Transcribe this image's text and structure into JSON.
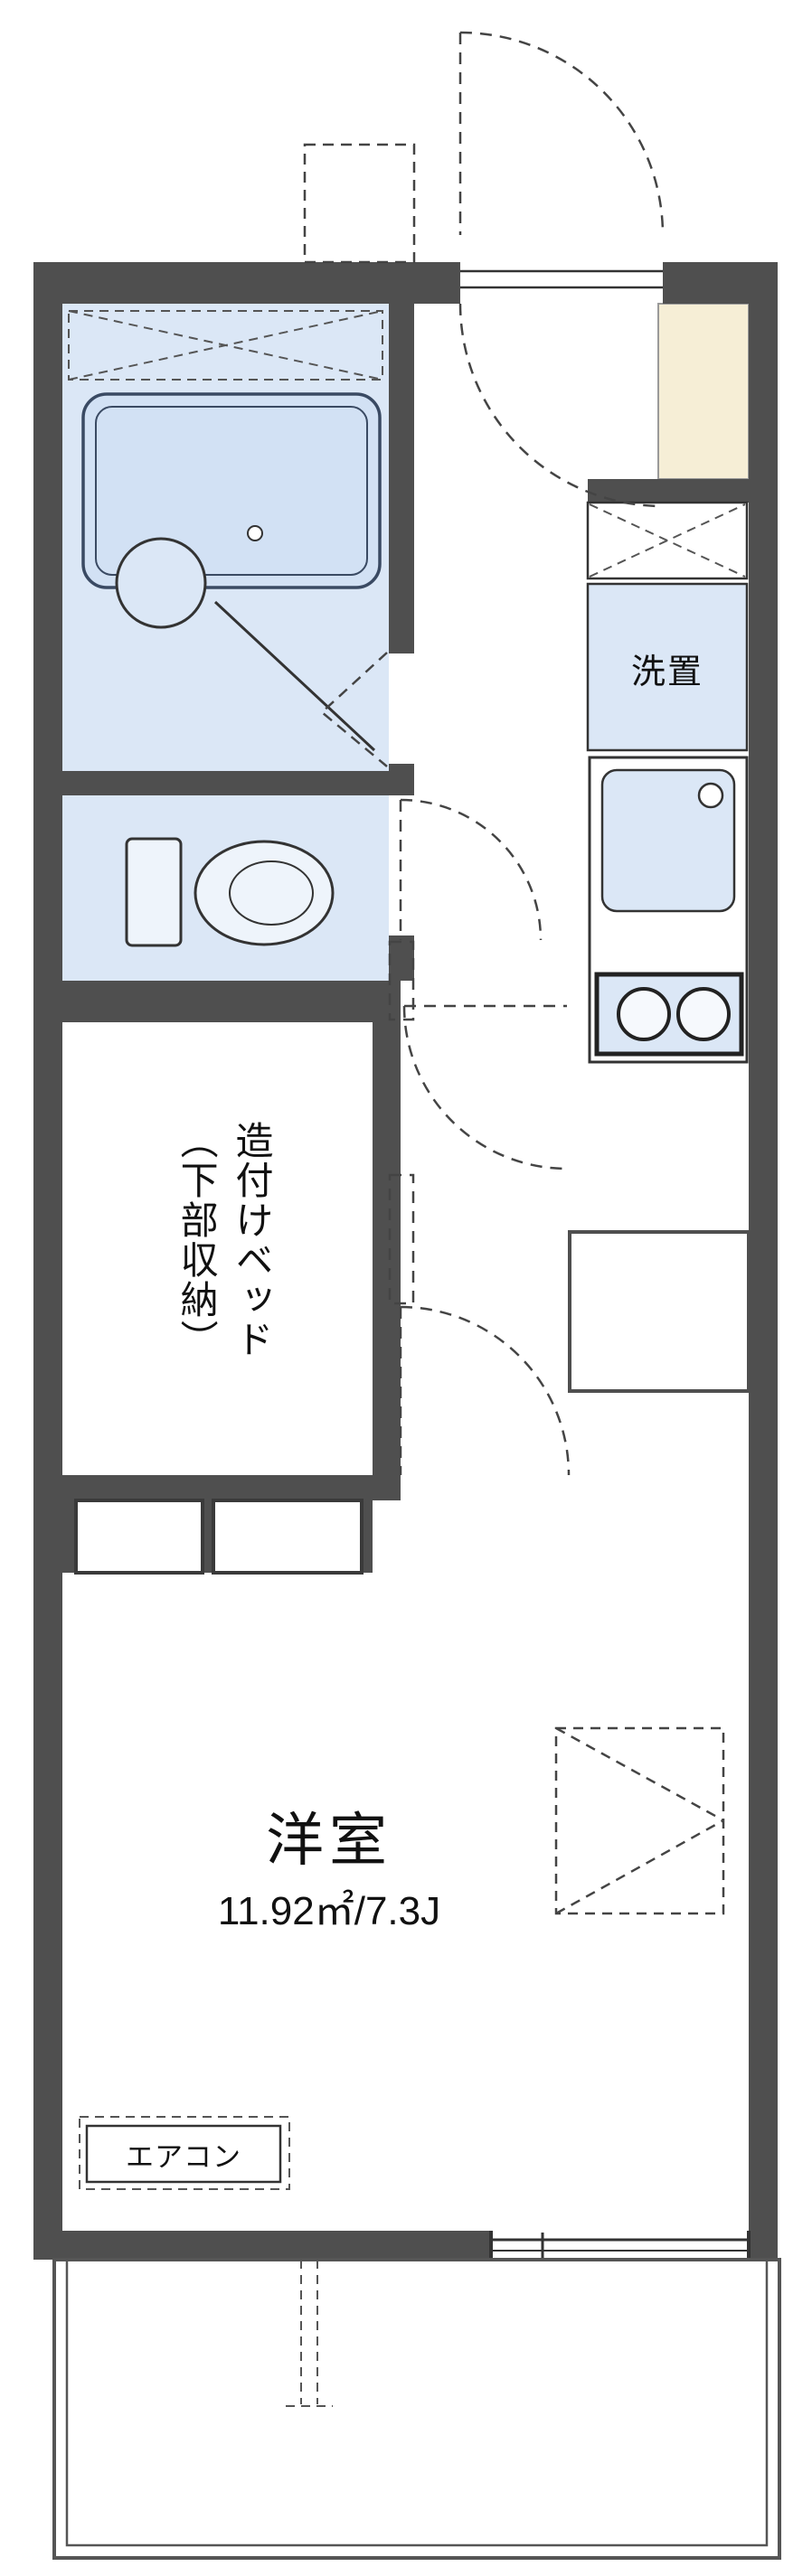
{
  "floorplan": {
    "labels": {
      "washer": "洗置",
      "built_in_bed": "造付けベッド（下部収納）",
      "room_name": "洋室",
      "room_area": "11.92㎡/7.3J",
      "aircon": "エアコン"
    },
    "colors": {
      "wall": "#4f4f4f",
      "fixture_fill": "#dbe7f6",
      "tub_fill": "#d2e1f4",
      "entrance_fill": "#f6eed6",
      "line": "#333333",
      "background": "#ffffff"
    }
  }
}
